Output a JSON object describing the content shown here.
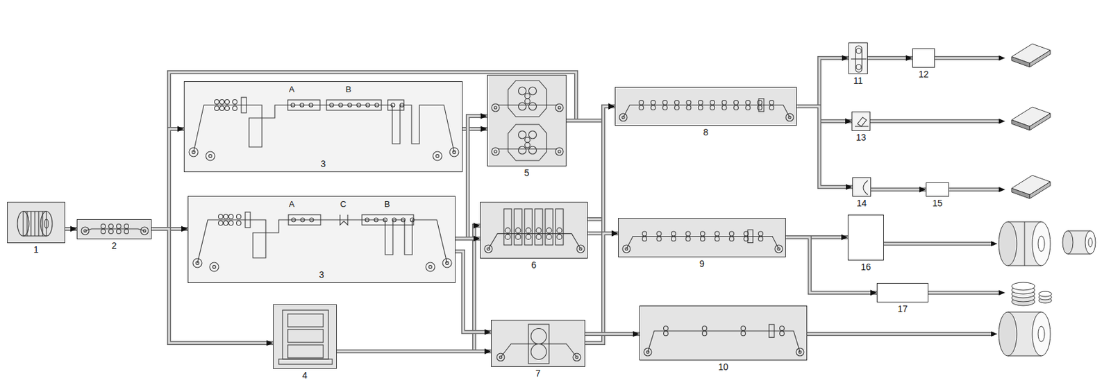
{
  "diagram": {
    "nodes": [
      {
        "text": [
          "1"
        ]
      },
      {
        "text": [
          "2"
        ]
      },
      {
        "text": [
          "3"
        ]
      },
      {
        "text": [
          "3"
        ]
      },
      {
        "text": [
          "4"
        ]
      },
      {
        "text": [
          "5"
        ]
      },
      {
        "text": [
          "6"
        ]
      },
      {
        "text": [
          "7"
        ]
      },
      {
        "text": [
          "8"
        ]
      },
      {
        "text": [
          "9"
        ]
      },
      {
        "text": [
          "10"
        ]
      },
      {
        "text": [
          "11"
        ]
      },
      {
        "text": [
          "12"
        ]
      },
      {
        "text": [
          "13"
        ]
      },
      {
        "text": [
          "14"
        ]
      },
      {
        "text": [
          "15"
        ]
      },
      {
        "text": [
          "16"
        ]
      },
      {
        "text": [
          "17"
        ]
      }
    ],
    "edges": [
      {
        "from": 0,
        "to": 1,
        "arrow": "to"
      },
      {
        "from": 1,
        "to": 2,
        "arrow": "to"
      },
      {
        "from": 1,
        "to": 3,
        "arrow": "to"
      },
      {
        "from": 1,
        "to": 4,
        "arrow": "to"
      },
      {
        "from": 4,
        "to": 6,
        "arrow": "to"
      },
      {
        "from": 4,
        "to": 7,
        "arrow": "to"
      },
      {
        "from": 2,
        "to": 5,
        "arrow": "to"
      },
      {
        "from": 3,
        "to": 5,
        "arrow": "to"
      },
      {
        "from": 3,
        "to": 6,
        "arrow": "to"
      },
      {
        "from": 3,
        "to": 7,
        "arrow": "to"
      },
      {
        "from": 5,
        "to": 8,
        "arrow": "to"
      },
      {
        "from": 5,
        "to": 9,
        "arrow": "to"
      },
      {
        "from": 6,
        "to": 8,
        "arrow": "to"
      },
      {
        "from": 6,
        "to": 9,
        "arrow": "to"
      },
      {
        "from": 7,
        "to": 8,
        "arrow": "to"
      },
      {
        "from": 7,
        "to": 9,
        "arrow": "to"
      },
      {
        "from": 7,
        "to": 10,
        "arrow": "to"
      },
      {
        "from": 8,
        "to": 11,
        "arrow": "to"
      },
      {
        "from": 8,
        "to": 13,
        "arrow": "to"
      },
      {
        "from": 8,
        "to": 14,
        "arrow": "to"
      },
      {
        "from": 11,
        "to": 12,
        "arrow": "to"
      },
      {
        "from": 14,
        "to": 15,
        "arrow": "to"
      },
      {
        "from": 9,
        "to": 16,
        "arrow": "to"
      },
      {
        "from": 9,
        "to": 17,
        "arrow": "to"
      }
    ],
    "labels": [
      "A",
      "B",
      "A",
      "C",
      "B"
    ]
  }
}
